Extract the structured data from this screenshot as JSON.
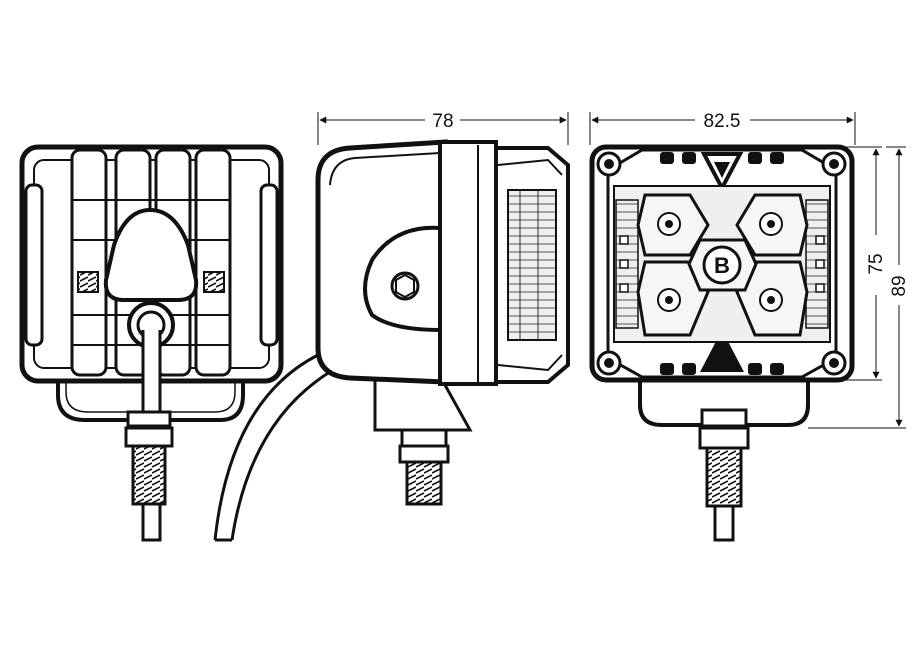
{
  "dimensions": {
    "side_width": "78",
    "front_width": "82.5",
    "front_height_inner": "75",
    "front_height_total": "89"
  },
  "front_view": {
    "logo_letter": "B"
  },
  "colors": {
    "line": "#111111",
    "body_fill": "#ffffff",
    "lens_fill": "#e8e8e8"
  }
}
